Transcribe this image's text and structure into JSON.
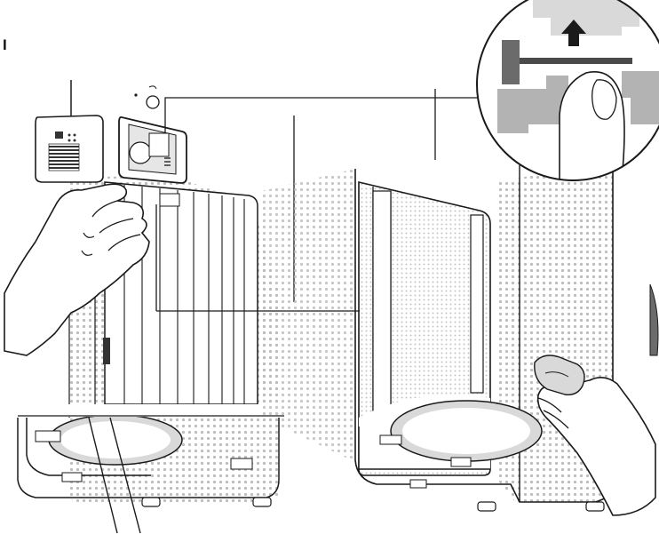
{
  "figure": {
    "corner_mark": "I",
    "colors": {
      "outline": "#1a1a1a",
      "dot_texture": "#bdbdbd",
      "dark_gray": "#6b6b6b",
      "mid_gray": "#b3b3b3",
      "light_gray": "#d9d9d9",
      "background": "#ffffff"
    },
    "panels": [
      {
        "name": "left-scene",
        "depicts": [
          "purifier-body",
          "removed-cover",
          "open-sensor-compartment",
          "hand-holding-cover"
        ]
      },
      {
        "name": "right-scene",
        "depicts": [
          "purifier-body-filter-removed",
          "inner-chamber",
          "hand-wiping-with-cloth"
        ]
      },
      {
        "name": "magnified-callout",
        "depicts": [
          "up-arrow",
          "finger-pressing-clip"
        ]
      }
    ]
  }
}
